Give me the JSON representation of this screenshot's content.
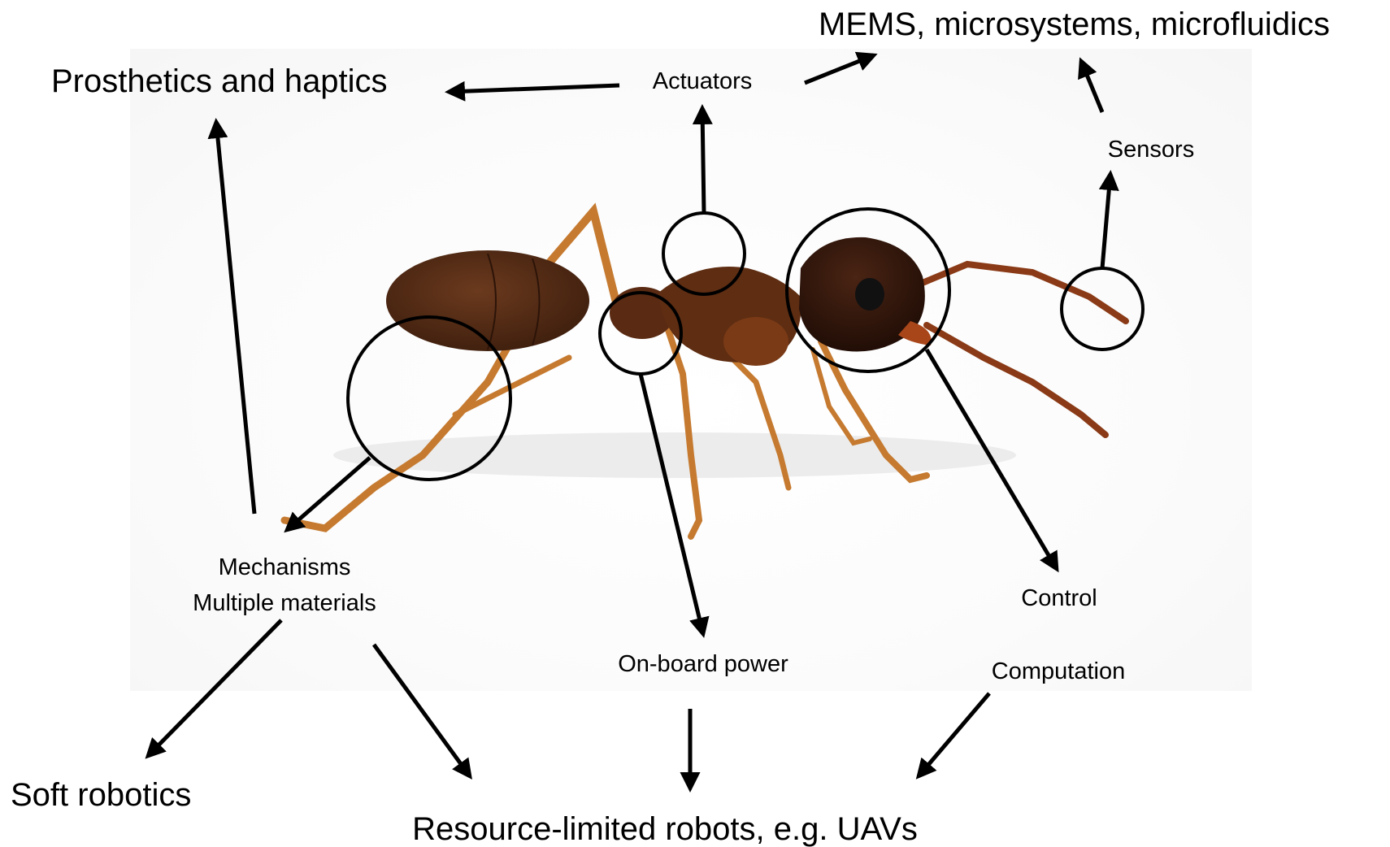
{
  "outcomes": {
    "prosthetics": "Prosthetics and haptics",
    "mems": "MEMS, microsystems, microfluidics",
    "soft_robotics": "Soft robotics",
    "resource_limited": "Resource-limited robots, e.g. UAVs"
  },
  "features": {
    "actuators": "Actuators",
    "sensors": "Sensors",
    "mechanisms": "Mechanisms",
    "multiple_materials": "Multiple materials",
    "onboard_power": "On-board power",
    "control": "Control",
    "computation": "Computation"
  },
  "colors": {
    "ant_body": "#4a2612",
    "ant_leg": "#c9782a",
    "ant_head": "#2e150a",
    "arrow": "#000000"
  }
}
